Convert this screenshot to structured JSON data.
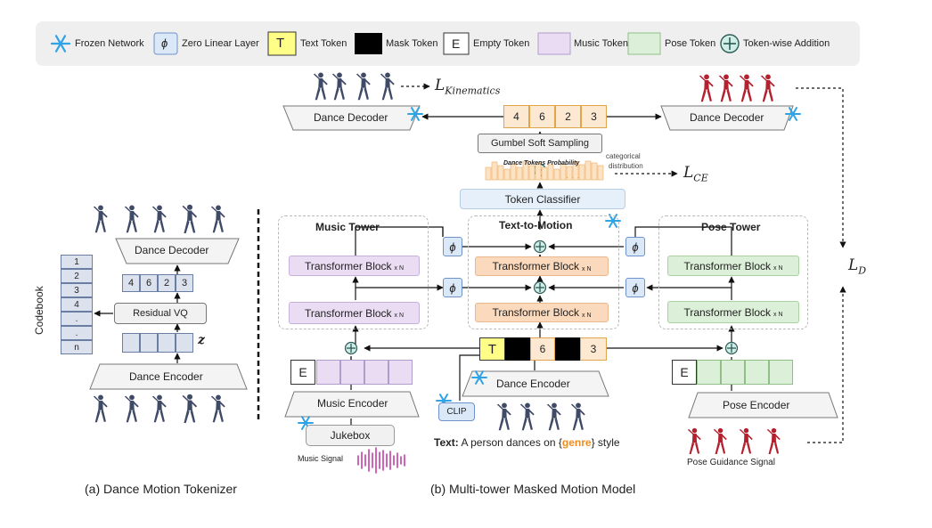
{
  "legend": {
    "frozen": "Frozen Network",
    "zero_linear": "Zero Linear Layer",
    "phi": "ϕ",
    "t": "T",
    "text_token": "Text Token",
    "mask_token": "Mask Token",
    "e": "E",
    "empty_token": "Empty Token",
    "music_token": "Music Token",
    "pose_token": "Pose Token",
    "addition": "Token-wise Addition"
  },
  "top": {
    "l_kinematics": "L",
    "l_kinematics_sub": "Kinematics",
    "dance_decoder_left": "Dance Decoder",
    "dance_decoder_right": "Dance Decoder",
    "tokens": [
      "4",
      "6",
      "2",
      "3"
    ],
    "gumbel": "Gumbel Soft Sampling",
    "prob_label": "Dance Tokens Probability",
    "dots": "· · ·",
    "categorical": "categorical",
    "distribution": "distribution",
    "l_ce": "L",
    "l_ce_sub": "CE",
    "token_classifier": "Token Classifier",
    "l_d": "L",
    "l_d_sub": "D"
  },
  "tokenizer": {
    "dance_decoder": "Dance Decoder",
    "tokens": [
      "4",
      "6",
      "2",
      "3"
    ],
    "codebook": [
      "1",
      "2",
      "3",
      "4",
      ".",
      ".",
      "n"
    ],
    "codebook_label": "Codebook",
    "residual_vq": "Residual VQ",
    "z": "z",
    "dance_encoder": "Dance Encoder",
    "caption": "(a) Dance Motion Tokenizer"
  },
  "music": {
    "title": "Music Tower",
    "block": "Transformer Block",
    "xn": "x N",
    "e": "E",
    "encoder": "Music Encoder",
    "jukebox": "Jukebox",
    "signal": "Music Signal"
  },
  "ttm": {
    "title": "Text-to-Motion",
    "block": "Transformer Block",
    "xn": "x N",
    "tokens": [
      "T",
      "",
      "6",
      "",
      "3"
    ],
    "encoder": "Dance Encoder",
    "clip": "CLIP",
    "text_prefix": "Text:",
    "text_mid": " A person dances on {",
    "genre": "genre",
    "text_suffix": "} style"
  },
  "pose": {
    "title": "Pose Tower",
    "block": "Transformer Block",
    "xn": "x N",
    "e": "E",
    "encoder": "Pose Encoder",
    "signal": "Pose Guidance Signal"
  },
  "phi": "ϕ",
  "caption_b": "(b) Multi-tower Masked Motion Model",
  "colors": {
    "legend_bg": "#efefef",
    "frozen": "#2fa3e6",
    "zero_linear": "#dbe8f8",
    "text_token": "#ffff88",
    "music_token": "#eadcf3",
    "pose_token": "#dcefd8",
    "add": "#cfeee8",
    "orange_block": "#fbd9bc",
    "genre": "#f08c1e",
    "dancer": "#3f4a66",
    "pose_red": "#b3202e"
  }
}
